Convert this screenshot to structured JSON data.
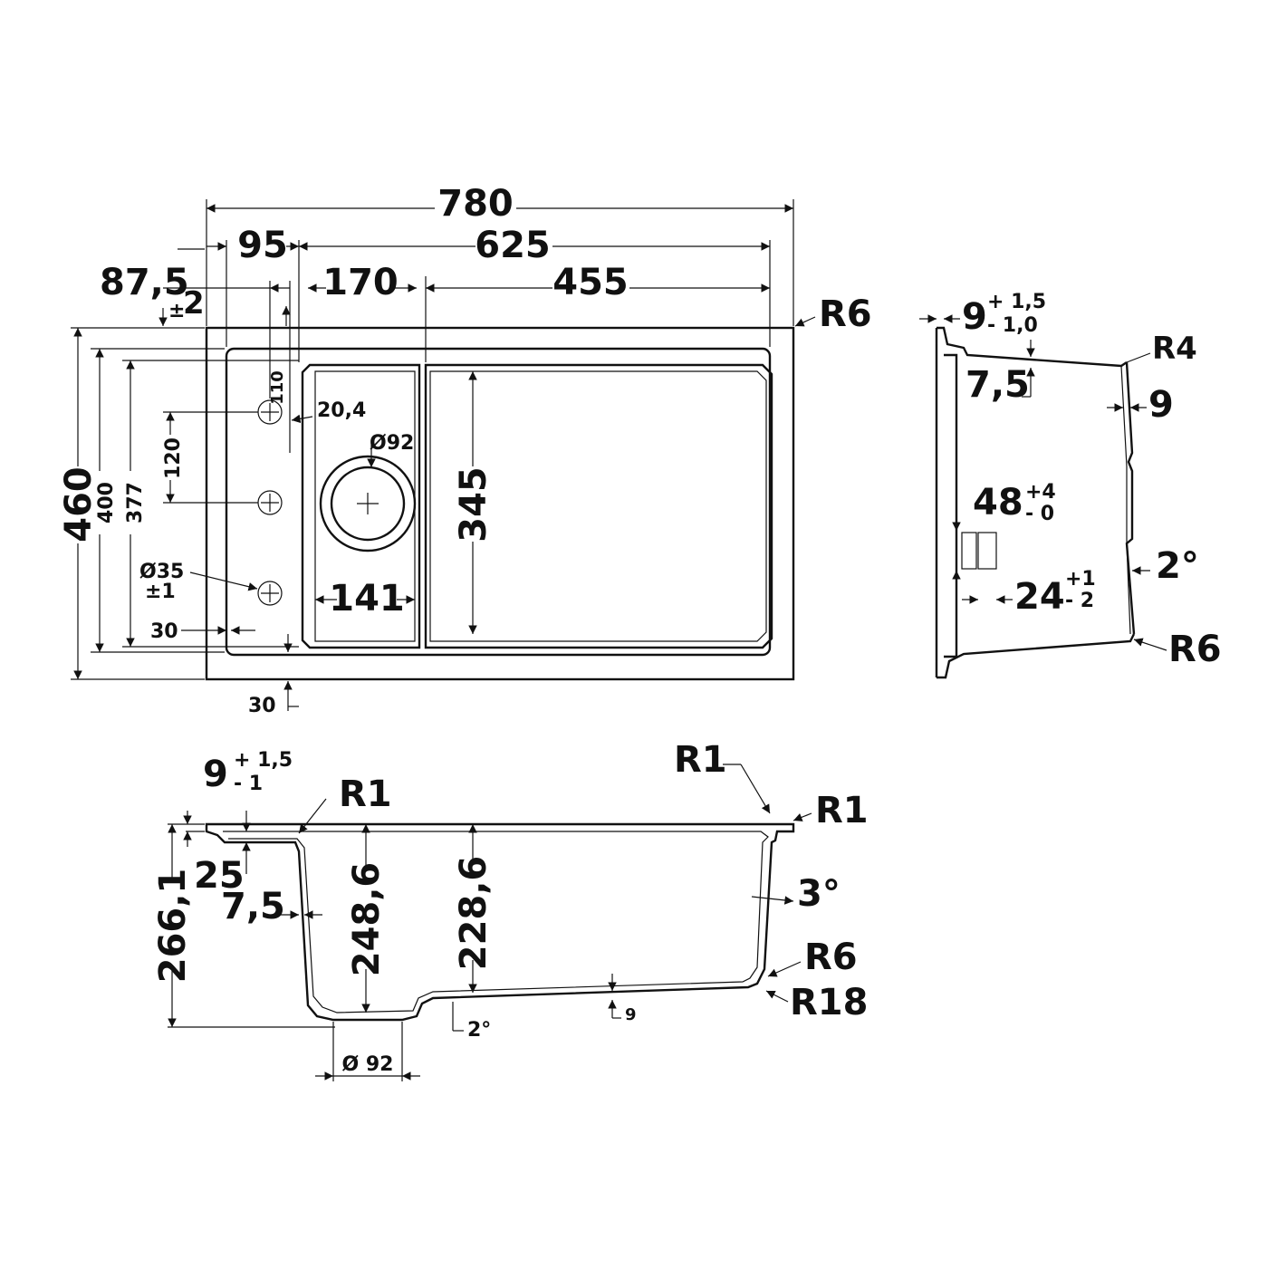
{
  "top_view": {
    "overall_width": "780",
    "d95": "95",
    "d625": "625",
    "d87": "87,5",
    "d2": "2",
    "d2_pm": "±",
    "d170": "170",
    "d455": "455",
    "r6": "R6",
    "d460": "460",
    "d400": "400",
    "d377": "377",
    "d110": "110",
    "d120": "120",
    "d20": "20,4",
    "d92": "Ø92",
    "d345": "345",
    "d35": "Ø35",
    "d35_tol": "±1",
    "d141": "141",
    "d30a": "30",
    "d30b": "30"
  },
  "side_view": {
    "d9": "9",
    "d9_tol_plus": "+ 1,5",
    "d9_tol_minus": "- 1,0",
    "r4": "R4",
    "d75": "7,5",
    "d9b": "9",
    "d48": "48",
    "d48_tol_plus": "+4",
    "d48_tol_minus": "- 0",
    "d2deg": "2°",
    "d24": "24",
    "d24_tol_plus": "+1",
    "d24_tol_minus": "- 2",
    "r6": "R6"
  },
  "section_view": {
    "d9": "9",
    "d9_tol_plus": "+ 1,5",
    "d9_tol_minus": "- 1",
    "r1_left": "R1",
    "r1_top": "R1",
    "r1_right": "R1",
    "d25": "25",
    "d75": "7,5",
    "d2661": "266,1",
    "d2486": "248,6",
    "d2286": "228,6",
    "d3deg": "3°",
    "r6": "R6",
    "r18": "R18",
    "d9small": "9",
    "d2deg": "2°",
    "d92": "Ø 92"
  }
}
